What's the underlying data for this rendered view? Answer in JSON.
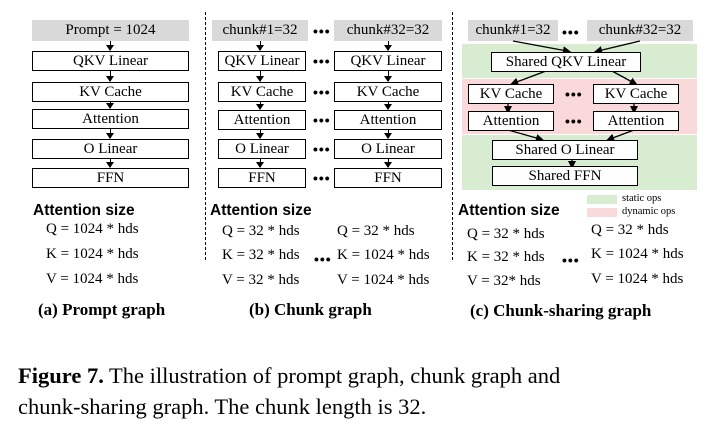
{
  "prompt_graph": {
    "input": "Prompt = 1024",
    "ops": [
      "QKV Linear",
      "KV Cache",
      "Attention",
      "O Linear",
      "FFN"
    ],
    "attention_heading": "Attention size",
    "sizes": [
      "Q = 1024 * hds",
      "K = 1024 * hds",
      "V = 1024 * hds"
    ],
    "caption": "(a) Prompt graph"
  },
  "chunk_graph": {
    "chunk_first": "chunk#1=32",
    "chunk_last": "chunk#32=32",
    "ops": [
      "QKV Linear",
      "KV Cache",
      "Attention",
      "O Linear",
      "FFN"
    ],
    "dots": "•••",
    "attention_heading": "Attention size",
    "sizes_first": [
      "Q = 32 * hds",
      "K = 32 * hds",
      "V = 32 * hds"
    ],
    "sizes_last": [
      "Q = 32 * hds",
      "K = 1024 * hds",
      "V = 1024 * hds"
    ],
    "caption": "(b) Chunk graph"
  },
  "chunk_sharing_graph": {
    "chunk_first": "chunk#1=32",
    "chunk_last": "chunk#32=32",
    "shared_qkv": "Shared QKV Linear",
    "kv_cache": "KV Cache",
    "attention": "Attention",
    "shared_o": "Shared O Linear",
    "shared_ffn": "Shared FFN",
    "dots": "•••",
    "legend_static": "static ops",
    "legend_dynamic": "dynamic ops",
    "static_color": "#d8ecd2",
    "dynamic_color": "#f9d9d9",
    "attention_heading": "Attention size",
    "sizes_first": [
      "Q = 32 * hds",
      "K = 32 * hds",
      "V = 32* hds"
    ],
    "sizes_last": [
      "Q = 32 * hds",
      "K = 1024 * hds",
      "V = 1024 * hds"
    ],
    "caption": "(c) Chunk-sharing graph"
  },
  "figure_caption": {
    "label": "Figure 7.",
    "line1": "The illustration of prompt graph, chunk graph and",
    "line2": "chunk-sharing graph. The chunk length is 32."
  }
}
